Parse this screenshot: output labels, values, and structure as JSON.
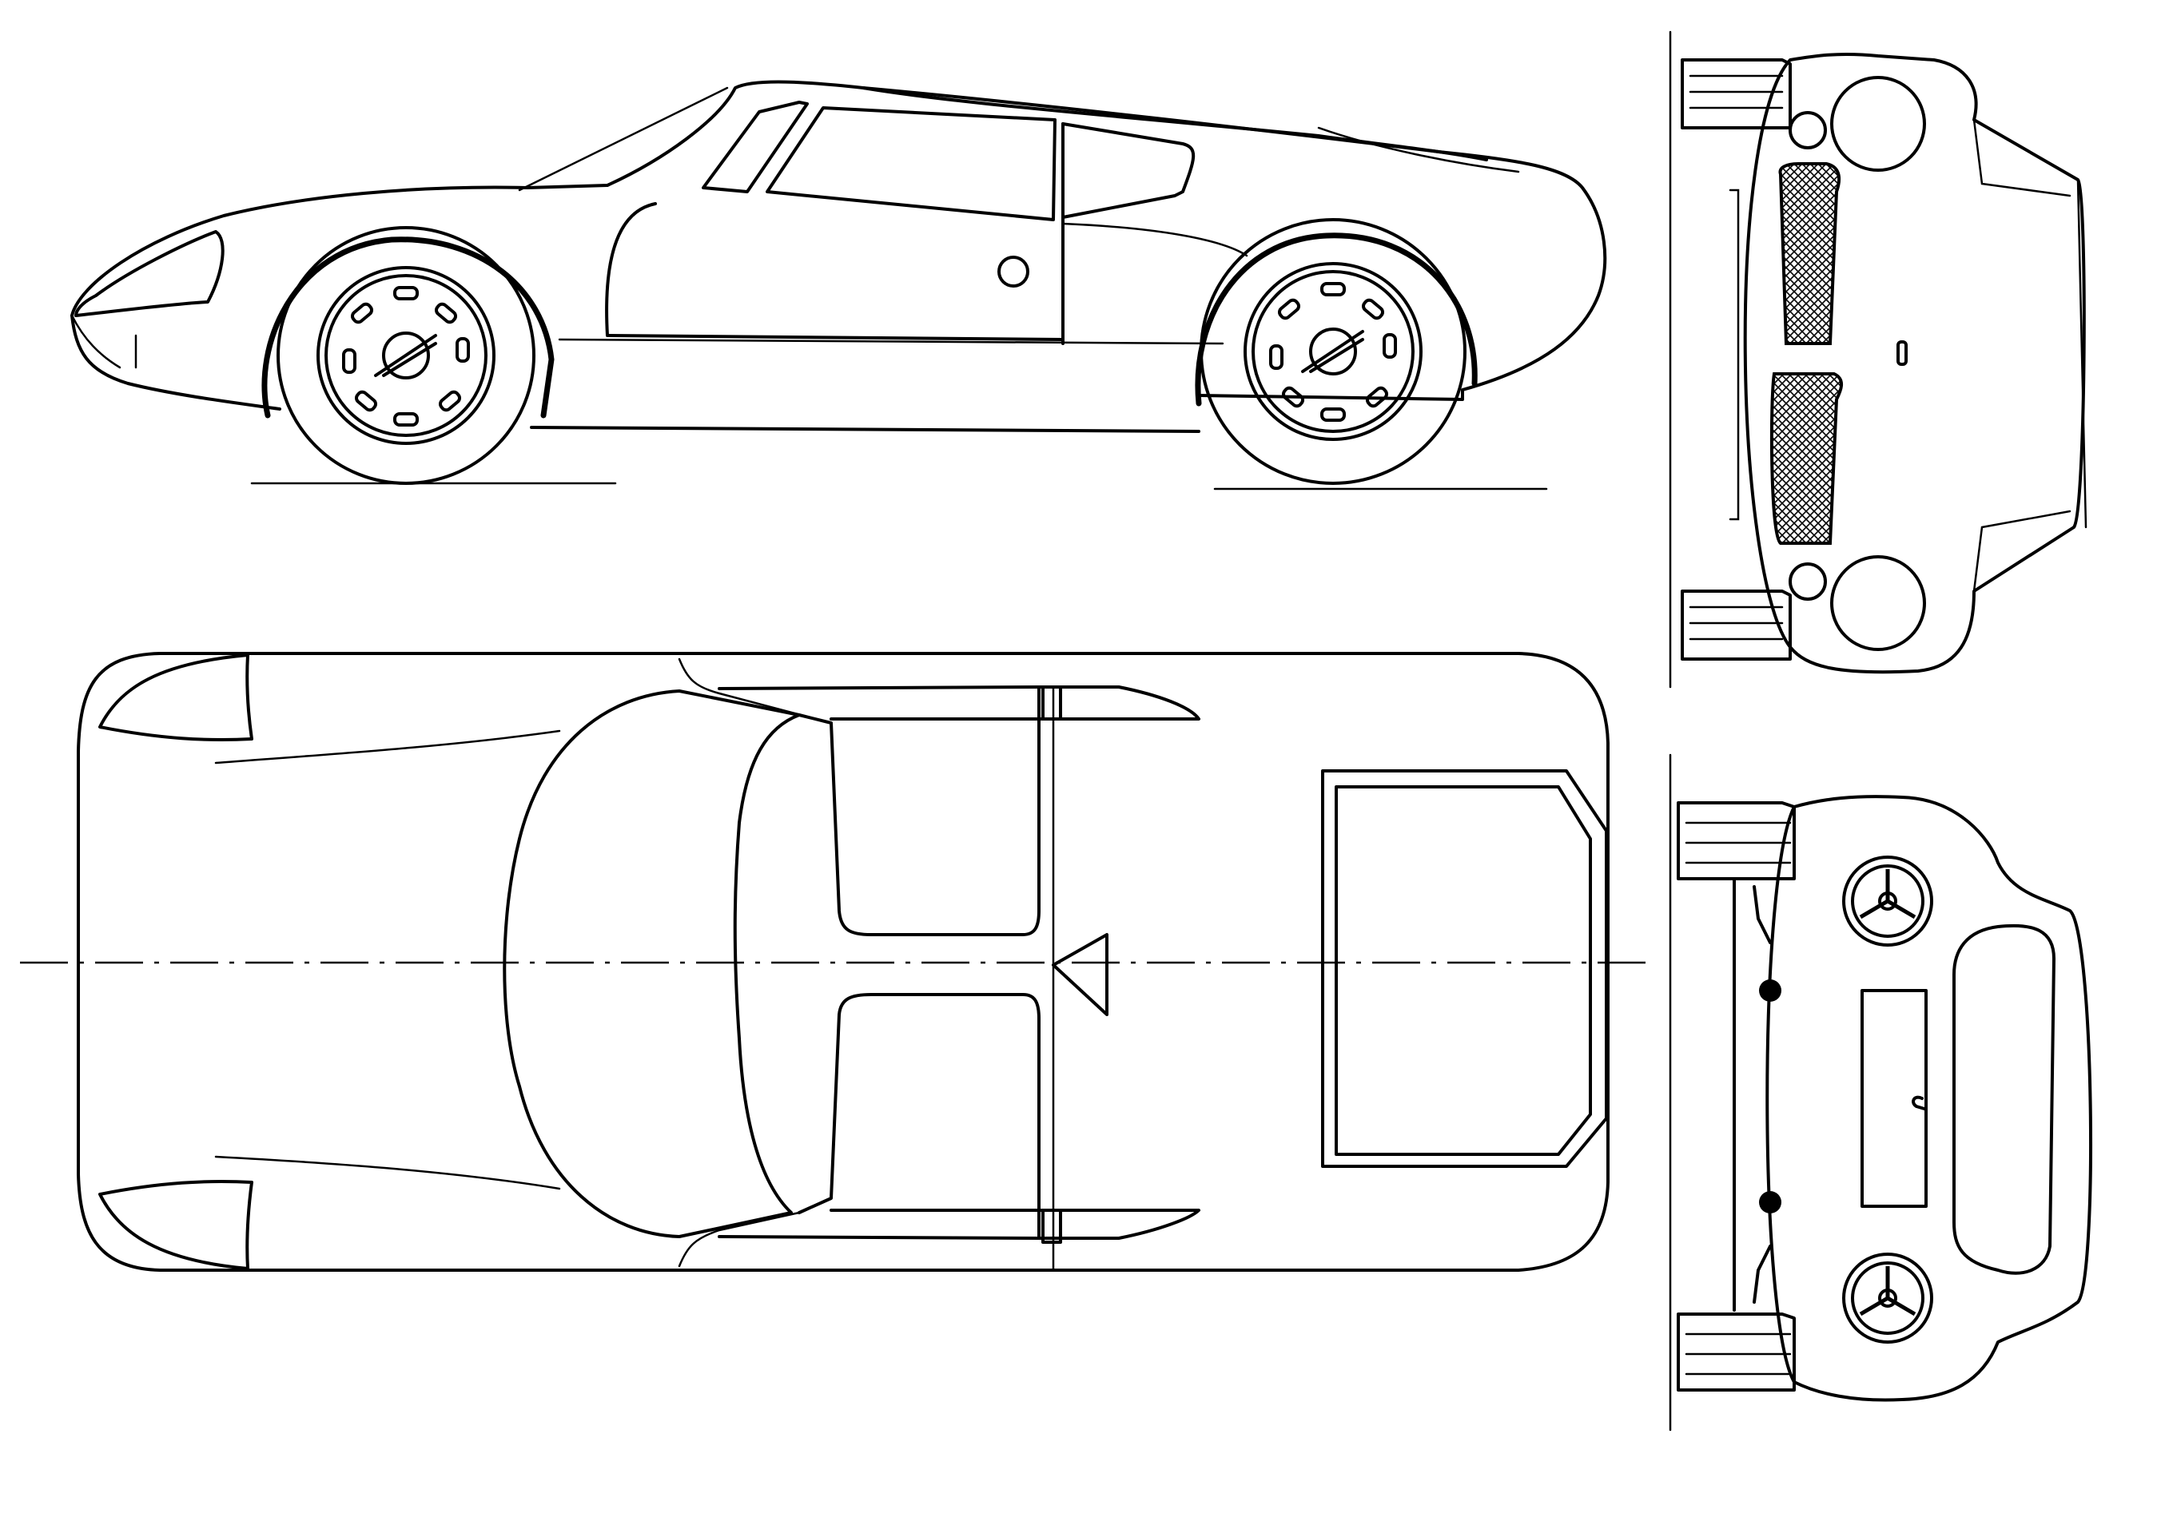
{
  "drawing": {
    "views": [
      "side-view",
      "top-view",
      "front-view",
      "rear-view"
    ],
    "colors": {
      "line": "#000000",
      "paper": "#ffffff"
    }
  }
}
